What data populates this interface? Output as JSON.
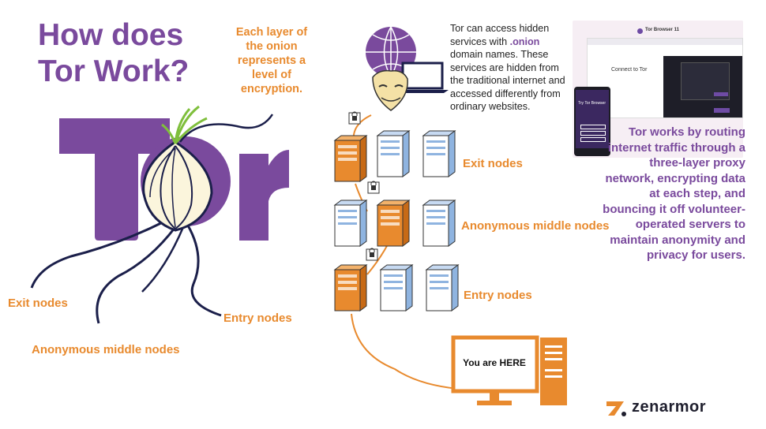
{
  "title": "How does Tor Work?",
  "layer_note": "Each layer of the onion represents a level of encryption.",
  "tor_logo": "Tor",
  "onion_labels": {
    "exit": "Exit nodes",
    "middle": "Anonymous middle nodes",
    "entry": "Entry nodes"
  },
  "hidden_services": {
    "before": "Tor can access hidden services with ",
    "onion": ".onion",
    "after": " domain names. These services are hidden from the traditional internet and accessed differently from ordinary websites."
  },
  "description": "Tor works by routing internet traffic through a three-layer proxy network, encrypting data at each step, and bouncing it off volunteer-operated servers to maintain anonymity and privacy for users.",
  "node_labels": {
    "exit": "Exit nodes",
    "middle": "Anonymous middle nodes",
    "entry": "Entry nodes"
  },
  "computer_label": "You are HERE",
  "browser_screenshot": {
    "app_title": "Tor Browser 11",
    "connect_text": "Connect to Tor",
    "try_text": "Try Tor Browser"
  },
  "brand": "zenarmor",
  "colors": {
    "purple": "#7a4a9d",
    "orange": "#e88a2e",
    "server_blue": "#8fb4e0",
    "navy": "#1b1f4a"
  }
}
